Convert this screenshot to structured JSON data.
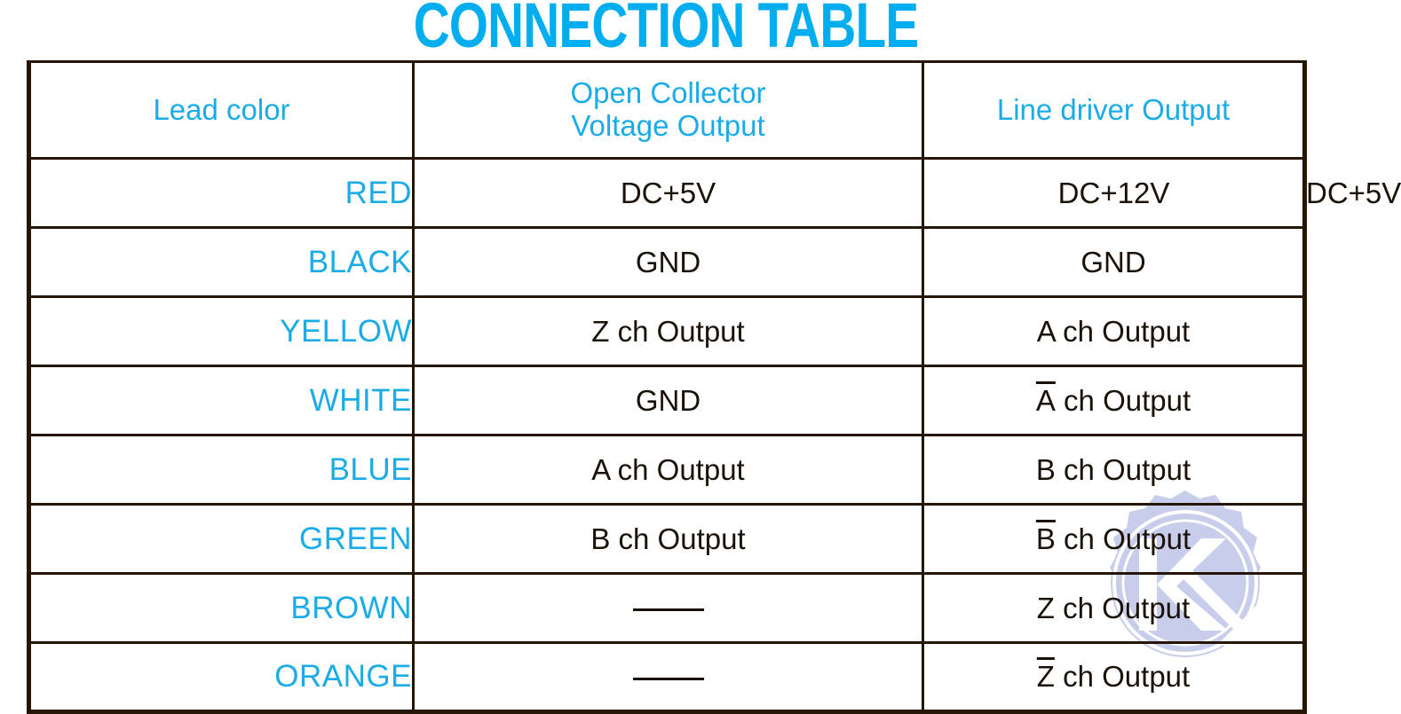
{
  "title": "CONNECTION TABLE",
  "colors": {
    "title_cyan": "#00AEEF",
    "header_bg": "#b3e6fa",
    "header_text": "#1BACE8",
    "lead_text": "#1BACE8",
    "body_text": "#1a1208",
    "border": "#241505",
    "watermark": "#c7cdea"
  },
  "table": {
    "headers": {
      "lead": "Lead color",
      "open_collector_line1": "Open Collector",
      "open_collector_line2": "Voltage Output",
      "line_driver": "Line driver Output"
    },
    "rows": [
      {
        "lead": "RED",
        "open_collector_split": true,
        "open_collector_a": "DC+5V",
        "open_collector_b": "DC+12V",
        "line_driver": "DC+5V",
        "line_driver_overline": ""
      },
      {
        "lead": "BLACK",
        "open_collector_split": false,
        "open_collector": "GND",
        "line_driver": "GND",
        "line_driver_overline": ""
      },
      {
        "lead": "YELLOW",
        "open_collector_split": false,
        "open_collector": "Z ch Output",
        "line_driver": "A ch Output",
        "line_driver_overline": ""
      },
      {
        "lead": "WHITE",
        "open_collector_split": false,
        "open_collector": "GND",
        "line_driver": " ch Output",
        "line_driver_overline": "A"
      },
      {
        "lead": "BLUE",
        "open_collector_split": false,
        "open_collector": "A ch Output",
        "line_driver": "B ch Output",
        "line_driver_overline": ""
      },
      {
        "lead": "GREEN",
        "open_collector_split": false,
        "open_collector": "B ch Output",
        "line_driver": " ch Output",
        "line_driver_overline": "B"
      },
      {
        "lead": "BROWN",
        "open_collector_split": false,
        "open_collector": "—",
        "open_collector_is_dash": true,
        "line_driver": "Z ch Output",
        "line_driver_overline": ""
      },
      {
        "lead": "ORANGE",
        "open_collector_split": false,
        "open_collector": "—",
        "open_collector_is_dash": true,
        "line_driver": " ch Output",
        "line_driver_overline": "Z"
      }
    ]
  }
}
